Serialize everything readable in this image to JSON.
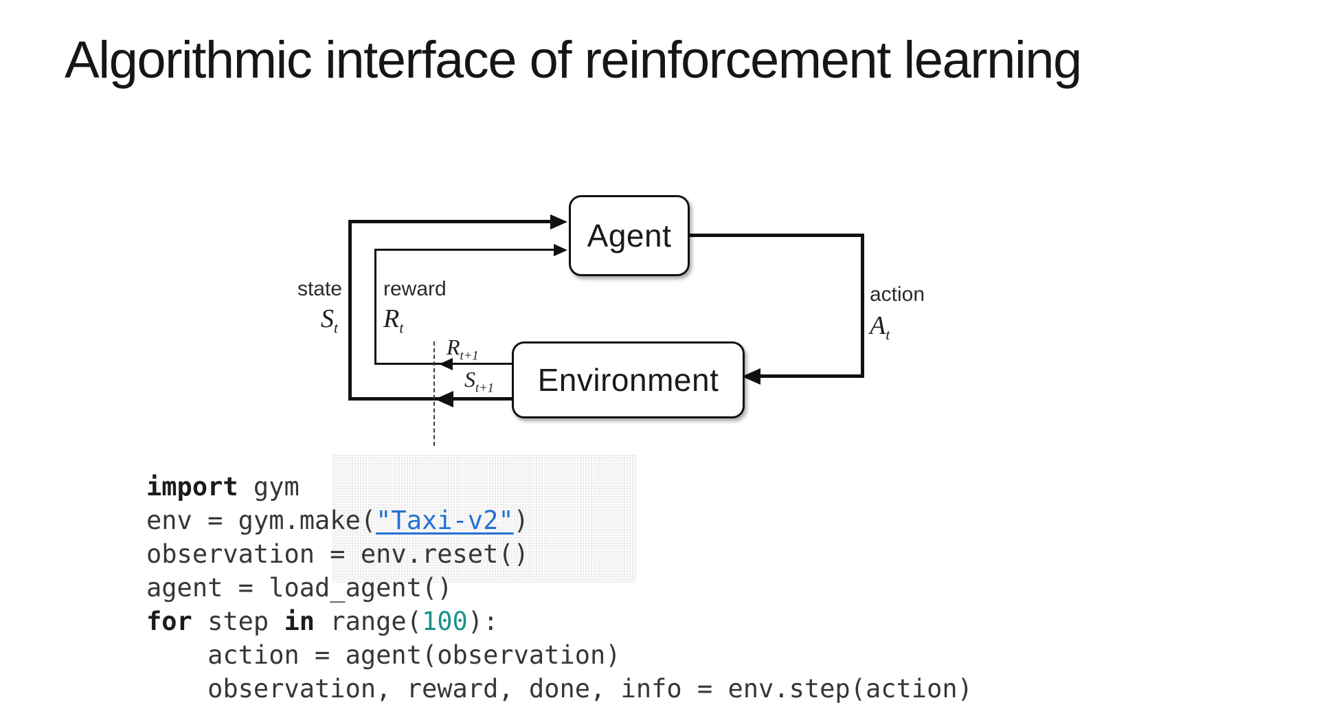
{
  "slide": {
    "title": "Algorithmic interface of reinforcement learning"
  },
  "diagram": {
    "agent": "Agent",
    "environment": "Environment",
    "state": {
      "label": "state",
      "sym": "S",
      "sub": "t"
    },
    "reward": {
      "label": "reward",
      "sym": "R",
      "sub": "t"
    },
    "action": {
      "label": "action",
      "sym": "A",
      "sub": "t"
    },
    "next_reward": {
      "sym": "R",
      "sub": "t+1"
    },
    "next_state": {
      "sym": "S",
      "sub": "t+1"
    }
  },
  "code": {
    "lines": [
      {
        "segments": [
          {
            "text": "import",
            "style": "keyword"
          },
          {
            "text": " gym",
            "style": "plain"
          }
        ]
      },
      {
        "segments": [
          {
            "text": "env = gym.make(",
            "style": "plain"
          },
          {
            "text": "\"Taxi-v2\"",
            "style": "link"
          },
          {
            "text": ")",
            "style": "plain"
          }
        ]
      },
      {
        "segments": [
          {
            "text": "observation = env.reset()",
            "style": "plain"
          }
        ]
      },
      {
        "segments": [
          {
            "text": "agent = load_agent()",
            "style": "plain"
          }
        ]
      },
      {
        "segments": [
          {
            "text": "for",
            "style": "keyword"
          },
          {
            "text": " step ",
            "style": "plain"
          },
          {
            "text": "in",
            "style": "keyword"
          },
          {
            "text": " range(",
            "style": "plain"
          },
          {
            "text": "100",
            "style": "number"
          },
          {
            "text": "):",
            "style": "plain"
          }
        ]
      },
      {
        "segments": [
          {
            "text": "    action = agent(observation)",
            "style": "plain"
          }
        ]
      },
      {
        "segments": [
          {
            "text": "    observation, reward, done, info = env.step(action)",
            "style": "plain"
          }
        ]
      }
    ]
  },
  "colors": {
    "diagram_ink": "#111111",
    "plain": "#363636",
    "keyword": "#1c1c1c",
    "link": "#2171d3",
    "number": "#1a918a"
  }
}
